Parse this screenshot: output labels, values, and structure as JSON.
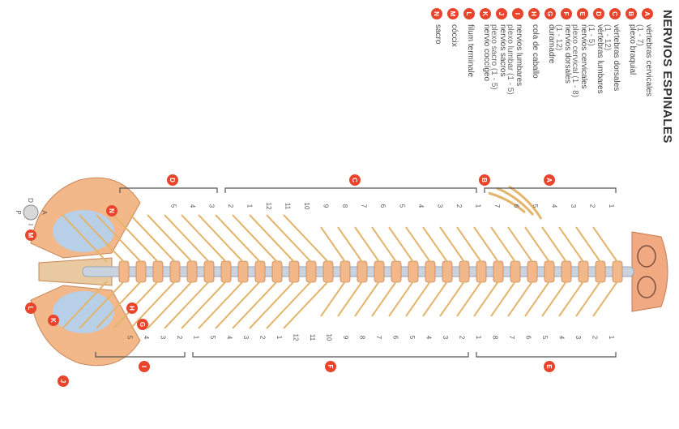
{
  "title": "NERVIOS ESPINALES",
  "legend": [
    {
      "badge": "A",
      "label": "vértebras cervicales",
      "sub": "(1 - 7)"
    },
    {
      "badge": "B",
      "label": "plexo braquial",
      "sub": ""
    },
    {
      "badge": "C",
      "label": "vértebras dorsales",
      "sub": "(1 - 12)"
    },
    {
      "badge": "D",
      "label": "vértebras lumbares",
      "sub": "(1 - 5)"
    },
    {
      "badge": "E",
      "label": "nervios cervicales",
      "sub": "plexo cervical (1 - 8)"
    },
    {
      "badge": "F",
      "label": "nervios dorsales",
      "sub": "(1 - 12)"
    },
    {
      "badge": "G",
      "label": "duramadre",
      "sub": ""
    },
    {
      "badge": "H",
      "label": "cola de caballo",
      "sub": ""
    },
    {
      "badge": "I",
      "label": "nervios lumbares",
      "sub": "plexo lumbar (1 - 5)"
    },
    {
      "badge": "J",
      "label": "nervios sacros",
      "sub": "plexo sacro (1 - 5)"
    },
    {
      "badge": "K",
      "label": "nervio coccígeo",
      "sub": ""
    },
    {
      "badge": "L",
      "label": "filum terminale",
      "sub": ""
    },
    {
      "badge": "M",
      "label": "cóccix",
      "sub": ""
    },
    {
      "badge": "N",
      "label": "sacro",
      "sub": ""
    }
  ],
  "left_numbers": [
    "1",
    "2",
    "3",
    "4",
    "5",
    "6",
    "7",
    "1",
    "2",
    "3",
    "4",
    "5",
    "6",
    "7",
    "8",
    "9",
    "10",
    "11",
    "12",
    "1",
    "2",
    "3",
    "4",
    "5"
  ],
  "right_numbers": [
    "1",
    "2",
    "3",
    "4",
    "5",
    "6",
    "7",
    "8",
    "1",
    "2",
    "3",
    "4",
    "5",
    "6",
    "7",
    "8",
    "9",
    "10",
    "11",
    "12",
    "1",
    "2",
    "3",
    "4",
    "5",
    "1",
    "2",
    "3",
    "4",
    "5"
  ],
  "compass": {
    "labels": [
      "A",
      "P",
      "D",
      "I"
    ]
  },
  "colors": {
    "badge": "#e8452c",
    "bone": "#f2b889",
    "nerve": "#e3b56c",
    "cord": "#c9d3df",
    "bracket": "#555555"
  }
}
